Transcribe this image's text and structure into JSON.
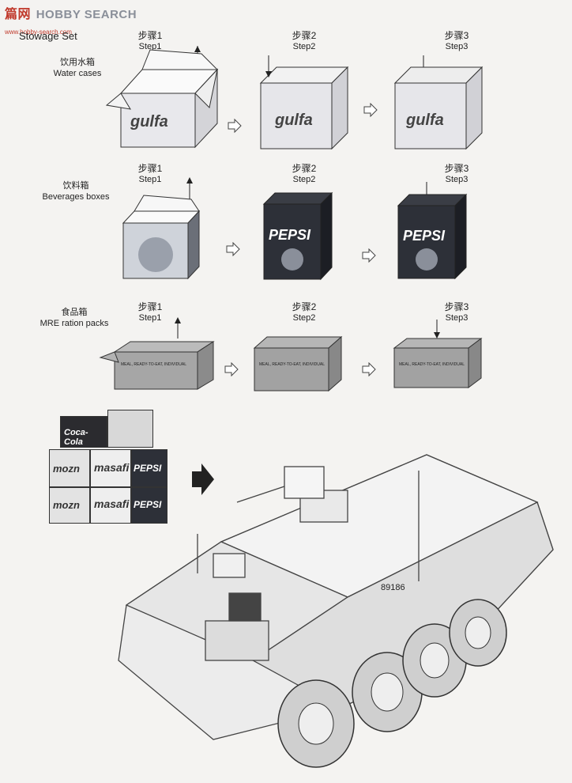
{
  "watermark": {
    "brand": "HOBBY SEARCH",
    "logo": "篇网",
    "url": "www.hobby-search.com"
  },
  "page": {
    "title": "Stowage Set"
  },
  "rows": [
    {
      "label_cn": "饮用水箱",
      "label_en": "Water cases",
      "box_brand": "gulfa",
      "steps": [
        {
          "cn": "步骤1",
          "en": "Step1"
        },
        {
          "cn": "步骤2",
          "en": "Step2"
        },
        {
          "cn": "步骤3",
          "en": "Step3"
        }
      ]
    },
    {
      "label_cn": "饮料箱",
      "label_en": "Beverages boxes",
      "box_brand": "PEPSI",
      "steps": [
        {
          "cn": "步骤1",
          "en": "Step1"
        },
        {
          "cn": "步骤2",
          "en": "Step2"
        },
        {
          "cn": "步骤3",
          "en": "Step3"
        }
      ]
    },
    {
      "label_cn": "食品箱",
      "label_en": "MRE ration packs",
      "box_text": "MEAL, READY-TO-EAT, INDIVIDUAL",
      "steps": [
        {
          "cn": "步骤1",
          "en": "Step1"
        },
        {
          "cn": "步骤2",
          "en": "Step2"
        },
        {
          "cn": "步骤3",
          "en": "Step3"
        }
      ]
    }
  ],
  "stack": {
    "labels": [
      "Coca-Cola",
      "mozn",
      "masafi",
      "PEPSI",
      "mozn",
      "masafi",
      "PEPSI"
    ]
  },
  "vehicle": {
    "hull_number": "89186"
  },
  "icons": {
    "next": "outline-right-arrow-icon",
    "big": "solid-right-arrow-icon",
    "lift": "up-arrow-icon",
    "press": "down-arrow-icon"
  }
}
